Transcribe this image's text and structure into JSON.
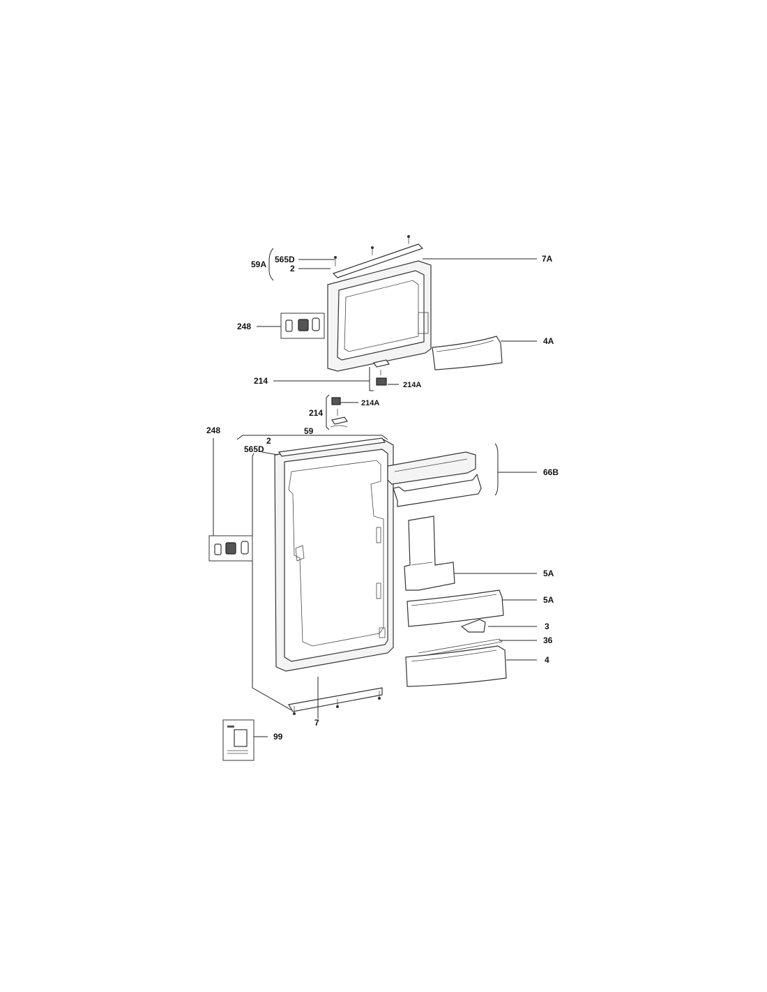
{
  "labels": {
    "l_59A": "59A",
    "l_565D_top": "565D",
    "l_2_top": "2",
    "l_7A": "7A",
    "l_248_top": "248",
    "l_4A": "4A",
    "l_214_upper": "214",
    "l_214A_upper": "214A",
    "l_214A_lower": "214A",
    "l_214_lower": "214",
    "l_59": "59",
    "l_248_left": "248",
    "l_2_mid": "2",
    "l_565D_mid": "565D",
    "l_66B": "66B",
    "l_5A_upper": "5A",
    "l_5A_lower": "5A",
    "l_3": "3",
    "l_36": "36",
    "l_4": "4",
    "l_7": "7",
    "l_99": "99"
  },
  "colors": {
    "line": "#222222",
    "part_fill": "#f4f4f4",
    "dark_part": "#555555"
  }
}
